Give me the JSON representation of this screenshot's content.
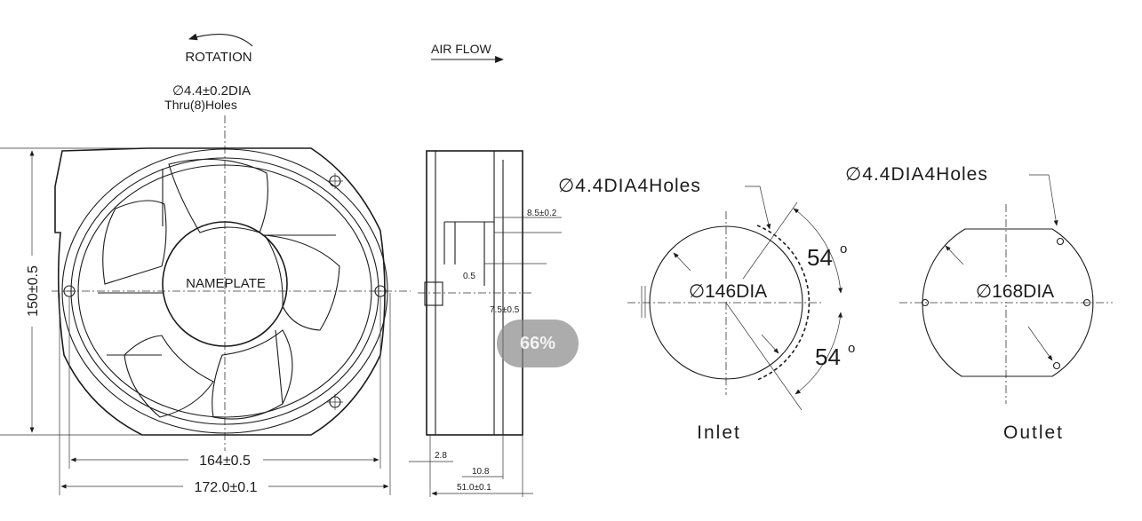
{
  "front_view": {
    "rotation_label": "ROTATION",
    "hole_spec_line1": "∅4.4±0.2DIA",
    "hole_spec_line2": "Thru(8)Holes",
    "nameplate_label": "NAMEPLATE",
    "height_dim": "150±0.5",
    "hole_pitch_dim": "164±0.5",
    "width_dim": "172.0±0.1"
  },
  "side_view": {
    "airflow_label": "AIR FLOW",
    "dim_8_5": "8.5±0.2",
    "dim_0_5": "0.5",
    "dim_7_5": "7.5±0.5",
    "dim_2_8": "2.8",
    "dim_10_8": "10.8",
    "dim_51": "51.0±0.1"
  },
  "inlet_view": {
    "hole_spec": "∅4.4DIA4Holes",
    "diameter_label": "∅146DIA",
    "angle_top": "54",
    "angle_bottom": "54",
    "degree_symbol": "o",
    "caption": "Inlet"
  },
  "outlet_view": {
    "hole_spec": "∅4.4DIA4Holes",
    "diameter_label": "∅168DIA",
    "caption": "Outlet"
  },
  "zoom_indicator": "66%"
}
